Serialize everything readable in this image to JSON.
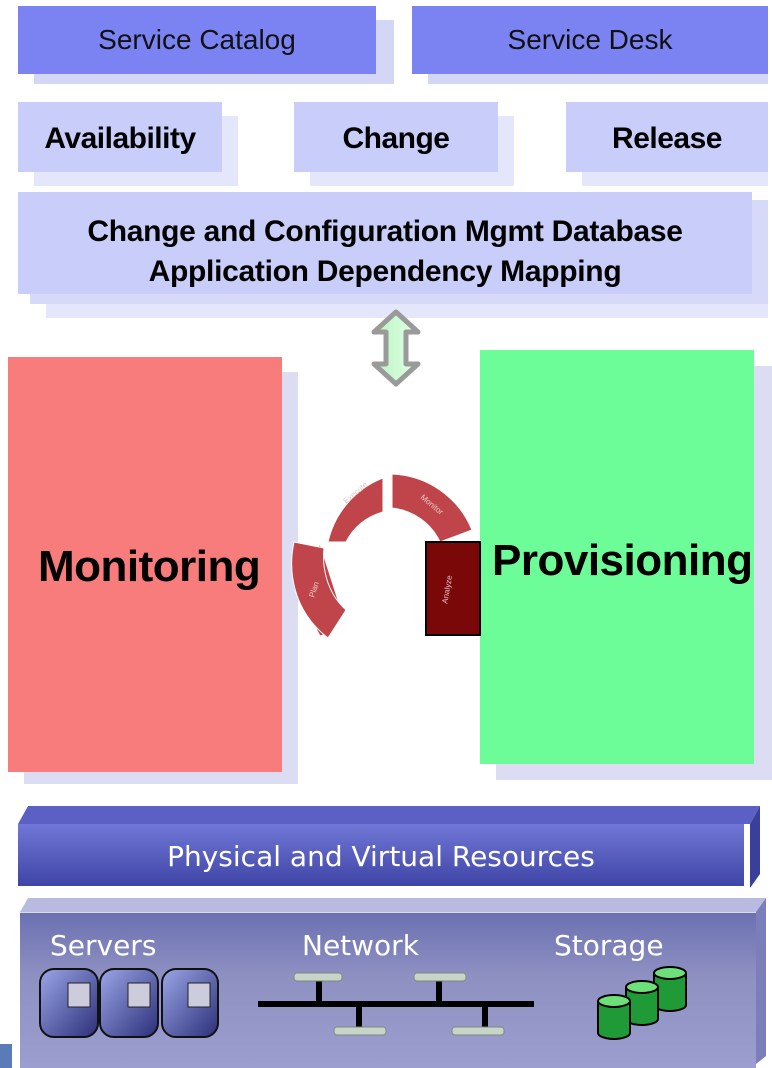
{
  "top": {
    "service_catalog": "Service Catalog",
    "service_desk": "Service Desk"
  },
  "processes": {
    "availability": "Availability",
    "change": "Change",
    "release": "Release"
  },
  "cmdb": {
    "line1": "Change and Configuration Mgmt Database",
    "line2": "Application Dependency Mapping"
  },
  "middle": {
    "monitoring": "Monitoring",
    "provisioning": "Provisioning"
  },
  "cycle": {
    "execute": "Execute",
    "monitor": "Monitor",
    "plan": "Plan",
    "analyze": "Analyze"
  },
  "resources": {
    "title": "Physical and Virtual Resources",
    "servers": "Servers",
    "network": "Network",
    "storage": "Storage"
  },
  "colors": {
    "service_blue": "#7b83f3",
    "process_lavender": "#c9cdfa",
    "monitoring_red": "#f87c7c",
    "provisioning_green": "#6cfd98",
    "cycle_red": "#c0454a",
    "analyze_dark": "#7a0808",
    "resources_blue": "#3e45a6"
  },
  "icons": [
    "server-icon",
    "network-switch-icon",
    "storage-cylinder-icon",
    "double-arrow-icon"
  ]
}
